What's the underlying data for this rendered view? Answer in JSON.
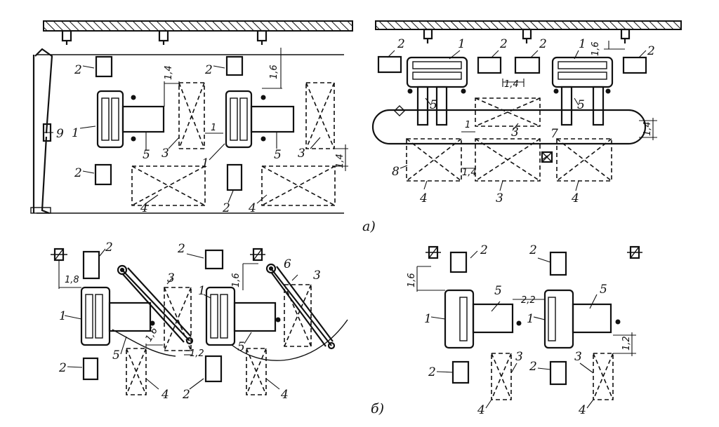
{
  "figure": {
    "caption_a": "а)",
    "caption_b": "б)"
  },
  "labels": {
    "n1": "1",
    "n2": "2",
    "n3": "3",
    "n4": "4",
    "n5": "5",
    "n6": "6",
    "n7": "7",
    "n8": "8",
    "n9": "9"
  },
  "dimensions": {
    "d1_4": "1,4",
    "d1_6": "1,6",
    "d1": "1",
    "d1_8": "1,8",
    "d1_2": "1,2",
    "d2_2": "2,2"
  }
}
